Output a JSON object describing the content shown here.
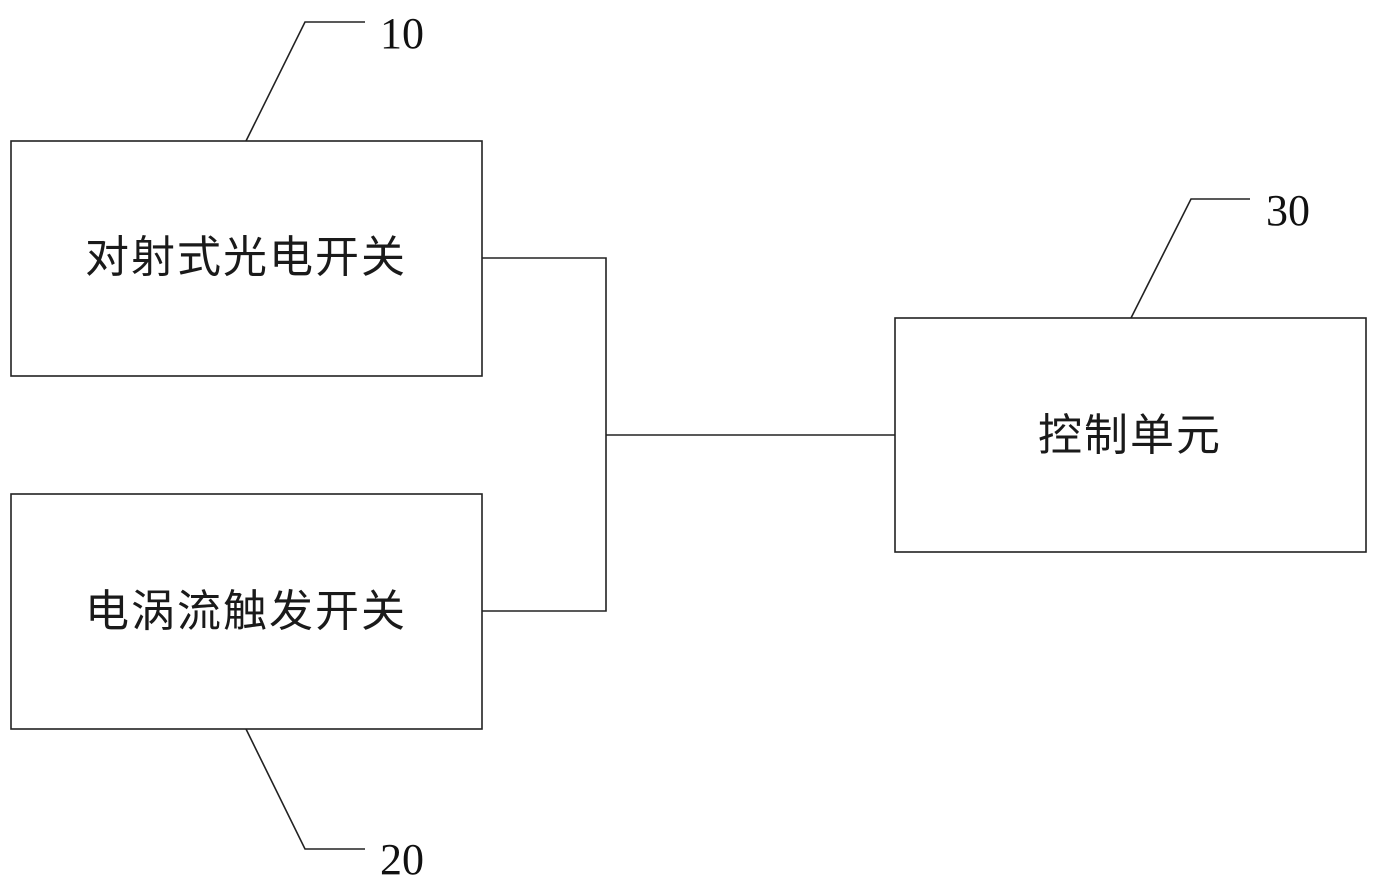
{
  "blocks": {
    "photoelectric": {
      "label": "对射式光电开关",
      "ref": "10"
    },
    "eddy": {
      "label": "电涡流触发开关",
      "ref": "20"
    },
    "control": {
      "label": "控制单元",
      "ref": "30"
    }
  },
  "colors": {
    "line": "#222222",
    "text": "#1a1a1a",
    "background": "#ffffff"
  }
}
